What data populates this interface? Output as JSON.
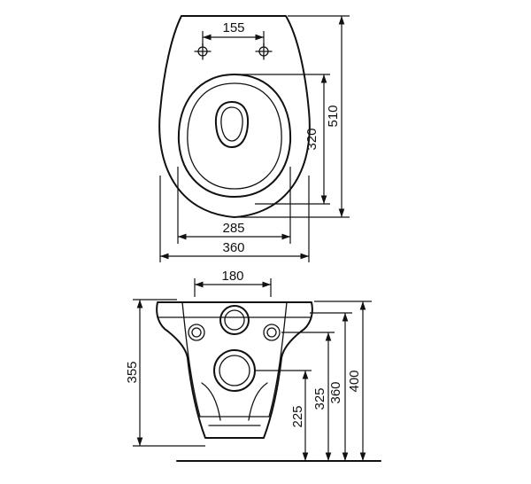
{
  "top_view": {
    "hole_spacing": "155",
    "inner_bowl_length": "320",
    "overall_length": "510",
    "inner_width": "285",
    "overall_width": "360"
  },
  "front_view": {
    "hole_spacing": "180",
    "height_bowl": "355",
    "drain_center_height": "225",
    "lower_fixing_height": "325",
    "upper_fixing_height": "360",
    "rim_height": "400"
  }
}
